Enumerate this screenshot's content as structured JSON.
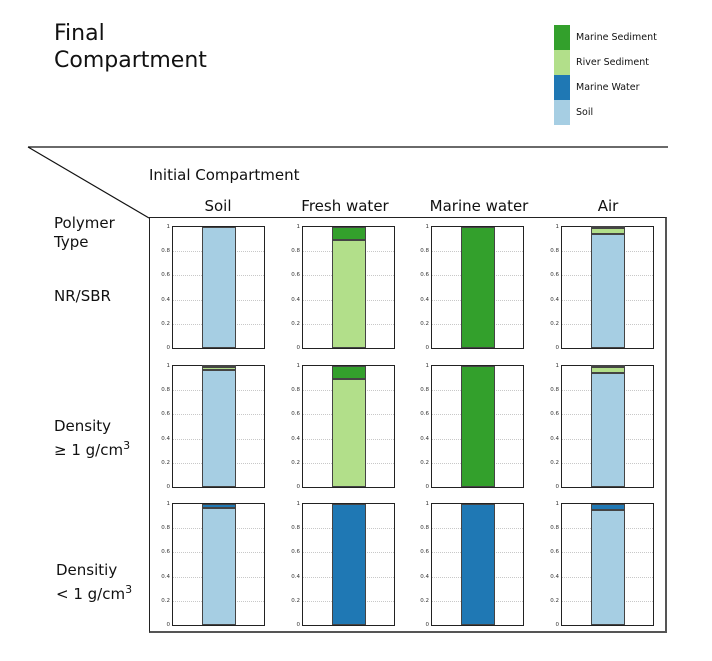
{
  "header": {
    "title_line1": "Final",
    "title_line2": "Compartment"
  },
  "legend": [
    {
      "label": "Marine Sediment",
      "color": "#33a02c"
    },
    {
      "label": "River Sediment",
      "color": "#b2df8a"
    },
    {
      "label": "Marine Water",
      "color": "#1f78b4"
    },
    {
      "label": "Soil",
      "color": "#a6cee3"
    }
  ],
  "axes": {
    "initial_label": "Initial Compartment",
    "polymer_label_line1": "Polymer",
    "polymer_label_line2": "Type",
    "columns": [
      "Soil",
      "Fresh water",
      "Marine water",
      "Air"
    ],
    "rows": [
      {
        "line1": "NR/SBR",
        "line2": "",
        "sup": ""
      },
      {
        "line1": "Density",
        "line2": "≥ 1 g/cm",
        "sup": "3"
      },
      {
        "line1": "Densitiy",
        "line2": "< 1 g/cm",
        "sup": "3"
      }
    ],
    "yticks": [
      "0",
      "0.2",
      "0.4",
      "0.6",
      "0.8",
      "1"
    ]
  },
  "chart_data": {
    "type": "bar",
    "title": "Final Compartment by Initial Compartment and Polymer Type (stacked fractions)",
    "xlabel": "Initial Compartment",
    "ylabel": "Polymer Type",
    "ylim": [
      0,
      1
    ],
    "stack_order": [
      "Soil",
      "Marine Water",
      "River Sediment",
      "Marine Sediment"
    ],
    "grid": true,
    "legend_position": "top-right",
    "panels": [
      {
        "row": "NR/SBR",
        "col": "Soil",
        "values": {
          "Soil": 1.0,
          "Marine Water": 0,
          "River Sediment": 0,
          "Marine Sediment": 0
        }
      },
      {
        "row": "NR/SBR",
        "col": "Fresh water",
        "values": {
          "Soil": 0,
          "Marine Water": 0,
          "River Sediment": 0.89,
          "Marine Sediment": 0.11
        }
      },
      {
        "row": "NR/SBR",
        "col": "Marine water",
        "values": {
          "Soil": 0,
          "Marine Water": 0,
          "River Sediment": 0,
          "Marine Sediment": 1.0
        }
      },
      {
        "row": "NR/SBR",
        "col": "Air",
        "values": {
          "Soil": 0.94,
          "Marine Water": 0,
          "River Sediment": 0.05,
          "Marine Sediment": 0.01
        }
      },
      {
        "row": "Density ≥ 1 g/cm3",
        "col": "Soil",
        "values": {
          "Soil": 0.97,
          "Marine Water": 0,
          "River Sediment": 0.02,
          "Marine Sediment": 0.01
        }
      },
      {
        "row": "Density ≥ 1 g/cm3",
        "col": "Fresh water",
        "values": {
          "Soil": 0,
          "Marine Water": 0,
          "River Sediment": 0.89,
          "Marine Sediment": 0.11
        }
      },
      {
        "row": "Density ≥ 1 g/cm3",
        "col": "Marine water",
        "values": {
          "Soil": 0,
          "Marine Water": 0,
          "River Sediment": 0,
          "Marine Sediment": 1.0
        }
      },
      {
        "row": "Density ≥ 1 g/cm3",
        "col": "Air",
        "values": {
          "Soil": 0.94,
          "Marine Water": 0,
          "River Sediment": 0.05,
          "Marine Sediment": 0.01
        }
      },
      {
        "row": "Density < 1 g/cm3",
        "col": "Soil",
        "values": {
          "Soil": 0.97,
          "Marine Water": 0.03,
          "River Sediment": 0,
          "Marine Sediment": 0
        }
      },
      {
        "row": "Density < 1 g/cm3",
        "col": "Fresh water",
        "values": {
          "Soil": 0,
          "Marine Water": 1.0,
          "River Sediment": 0,
          "Marine Sediment": 0
        }
      },
      {
        "row": "Density < 1 g/cm3",
        "col": "Marine water",
        "values": {
          "Soil": 0,
          "Marine Water": 1.0,
          "River Sediment": 0,
          "Marine Sediment": 0
        }
      },
      {
        "row": "Density < 1 g/cm3",
        "col": "Air",
        "values": {
          "Soil": 0.95,
          "Marine Water": 0.05,
          "River Sediment": 0,
          "Marine Sediment": 0
        }
      }
    ]
  }
}
